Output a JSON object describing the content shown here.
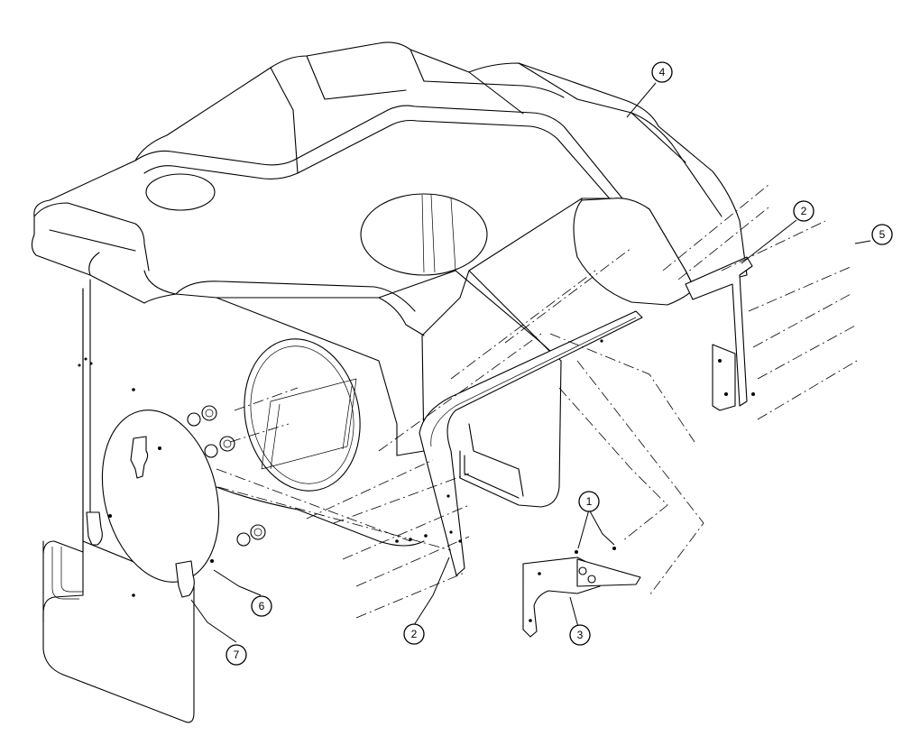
{
  "callouts": [
    {
      "id": "c1",
      "label": "1"
    },
    {
      "id": "c2a",
      "label": "2"
    },
    {
      "id": "c2b",
      "label": "2"
    },
    {
      "id": "c3",
      "label": "3"
    },
    {
      "id": "c4",
      "label": "4"
    },
    {
      "id": "c5",
      "label": "5"
    },
    {
      "id": "c6",
      "label": "6"
    },
    {
      "id": "c7",
      "label": "7"
    }
  ]
}
